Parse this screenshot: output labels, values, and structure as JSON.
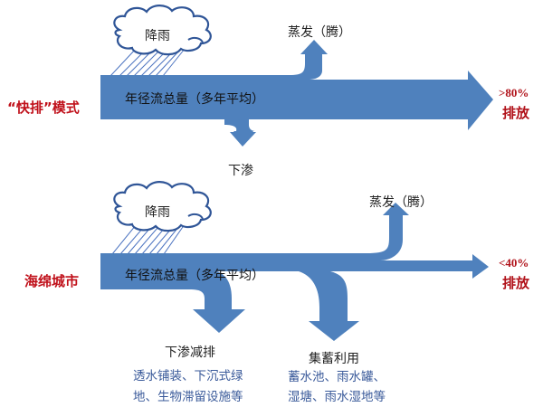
{
  "colors": {
    "arrow": "#4f81bd",
    "cloud_stroke": "#2f5597",
    "rain_stroke": "#4a72c0",
    "highlight_red": "#c0101a",
    "detail_blue": "#3a5a9a"
  },
  "top": {
    "mode_label": "“快排”模式",
    "cloud_label": "降雨",
    "flow_label": "年径流总量（多年平均）",
    "evaporation_label": "蒸发（腾）",
    "infiltration_label": "下渗",
    "discharge_percent": ">80%",
    "discharge_label": "排放"
  },
  "bottom": {
    "mode_label": "海绵城市",
    "cloud_label": "降雨",
    "flow_label": "年径流总量（多年平均）",
    "evaporation_label": "蒸发（腾）",
    "infiltration_label": "下渗减排",
    "infiltration_detail_line1": "透水铺装、下沉式绿",
    "infiltration_detail_line2": "地、生物滞留设施等",
    "storage_label": "集蓄利用",
    "storage_detail_line1": "蓄水池、雨水罐、",
    "storage_detail_line2": "湿塘、雨水湿地等",
    "discharge_percent": "<40%",
    "discharge_label": "排放"
  }
}
